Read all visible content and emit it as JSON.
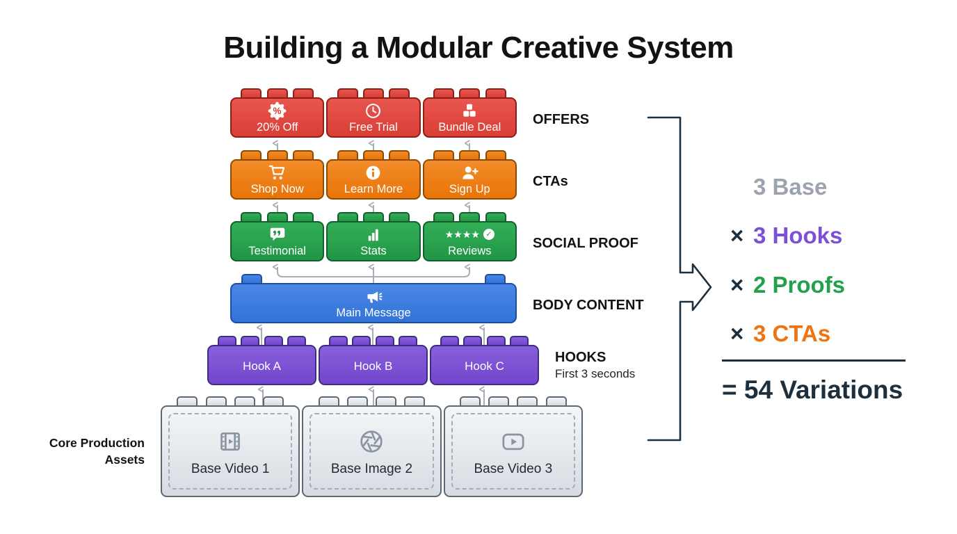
{
  "title": "Building a Modular Creative System",
  "left_label": "Core Production Assets",
  "rows": {
    "offers": {
      "label": "OFFERS",
      "bricks": [
        {
          "icon": "discount-badge-icon",
          "label": "20% Off"
        },
        {
          "icon": "clock-icon",
          "label": "Free Trial"
        },
        {
          "icon": "bundle-boxes-icon",
          "label": "Bundle Deal"
        }
      ]
    },
    "ctas": {
      "label": "CTAs",
      "bricks": [
        {
          "icon": "shopping-cart-icon",
          "label": "Shop Now"
        },
        {
          "icon": "info-circle-icon",
          "label": "Learn More"
        },
        {
          "icon": "person-add-icon",
          "label": "Sign Up"
        }
      ]
    },
    "social": {
      "label": "SOCIAL PROOF",
      "bricks": [
        {
          "icon": "quote-bubble-icon",
          "label": "Testimonial"
        },
        {
          "icon": "bar-chart-icon",
          "label": "Stats"
        },
        {
          "icon": "stars-check-icon",
          "label": "Reviews"
        }
      ]
    },
    "body": {
      "label": "BODY CONTENT",
      "bricks": [
        {
          "icon": "megaphone-icon",
          "label": "Main Message"
        }
      ]
    },
    "hooks": {
      "label": "HOOKS",
      "sublabel": "First 3 seconds",
      "bricks": [
        {
          "label": "Hook A"
        },
        {
          "label": "Hook B"
        },
        {
          "label": "Hook C"
        }
      ]
    },
    "base": {
      "bricks": [
        {
          "icon": "film-strip-icon",
          "label": "Base Video 1"
        },
        {
          "icon": "aperture-icon",
          "label": "Base Image 2"
        },
        {
          "icon": "play-button-icon",
          "label": "Base Video 3"
        }
      ]
    }
  },
  "math": {
    "base": {
      "op": "",
      "value": "3 Base"
    },
    "hooks": {
      "op": "×",
      "value": "3 Hooks"
    },
    "proofs": {
      "op": "×",
      "value": "2 Proofs"
    },
    "ctas": {
      "op": "×",
      "value": "3 CTAs"
    },
    "result": "= 54 Variations"
  },
  "colors": {
    "offers": "#DD4740",
    "ctas": "#EE7412",
    "social": "#21A14B",
    "body_content": "#3273D8",
    "hooks": "#7B4FD8",
    "base_assets": "#9CA3AE",
    "dark": "#1C2F3E"
  }
}
